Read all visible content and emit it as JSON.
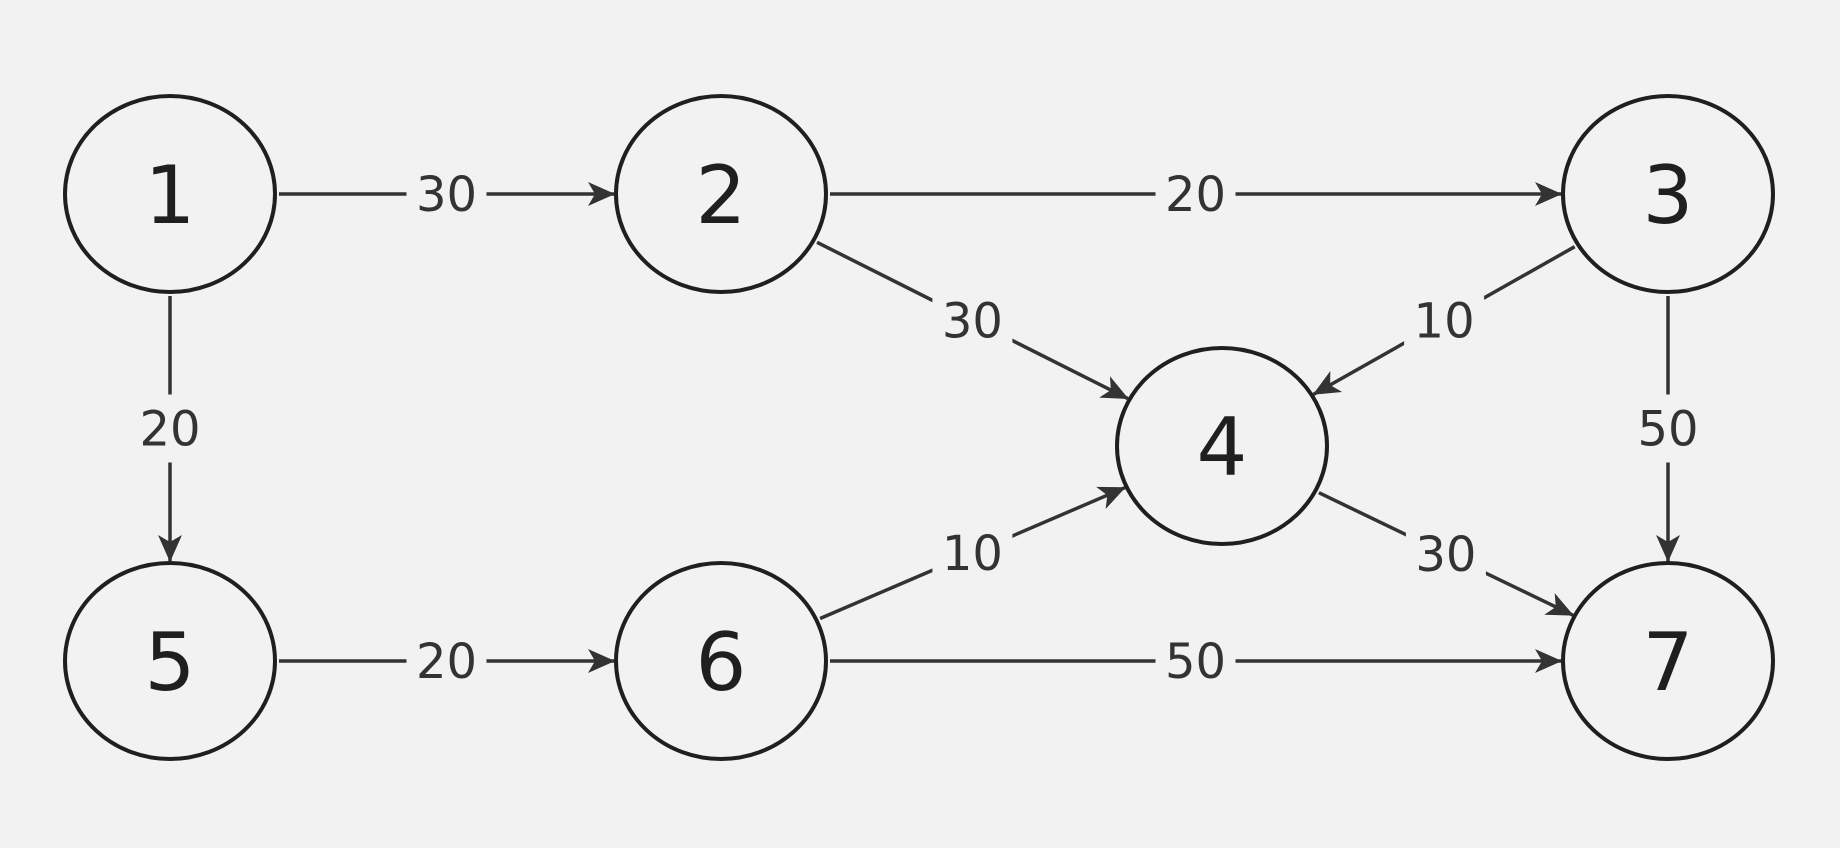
{
  "nodes": [
    {
      "id": "1",
      "label": "1"
    },
    {
      "id": "2",
      "label": "2"
    },
    {
      "id": "3",
      "label": "3"
    },
    {
      "id": "4",
      "label": "4"
    },
    {
      "id": "5",
      "label": "5"
    },
    {
      "id": "6",
      "label": "6"
    },
    {
      "id": "7",
      "label": "7"
    }
  ],
  "edges": [
    {
      "from": "1",
      "to": "2",
      "label": "30"
    },
    {
      "from": "2",
      "to": "3",
      "label": "20"
    },
    {
      "from": "2",
      "to": "4",
      "label": "30"
    },
    {
      "from": "3",
      "to": "4",
      "label": "10"
    },
    {
      "from": "1",
      "to": "5",
      "label": "20"
    },
    {
      "from": "3",
      "to": "7",
      "label": "50"
    },
    {
      "from": "6",
      "to": "4",
      "label": "10"
    },
    {
      "from": "4",
      "to": "7",
      "label": "30"
    },
    {
      "from": "5",
      "to": "6",
      "label": "20"
    },
    {
      "from": "6",
      "to": "7",
      "label": "50"
    }
  ],
  "colors": {
    "background": "#f2f2f2",
    "node_stroke": "#1f1f1f",
    "edge_stroke": "#333333"
  }
}
